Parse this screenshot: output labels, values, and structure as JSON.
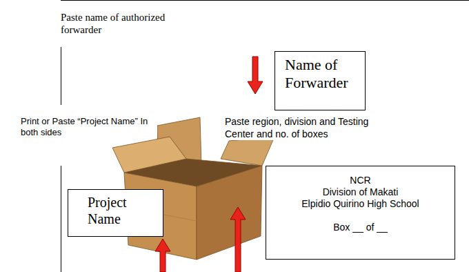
{
  "diagram": {
    "nodes": [
      {
        "text": [
          "Name of Forwarder"
        ]
      },
      {
        "text": [
          "Project Name"
        ]
      },
      {
        "text": [
          "NCR",
          "Division of Makati",
          "Elpidio Quirino High School",
          "Box __ of __"
        ]
      }
    ],
    "labels": [
      "Paste name of authorized forwarder",
      "Print or Paste “Project Name” In both sides",
      "Paste region, division and Testing Center and no. of boxes"
    ]
  }
}
